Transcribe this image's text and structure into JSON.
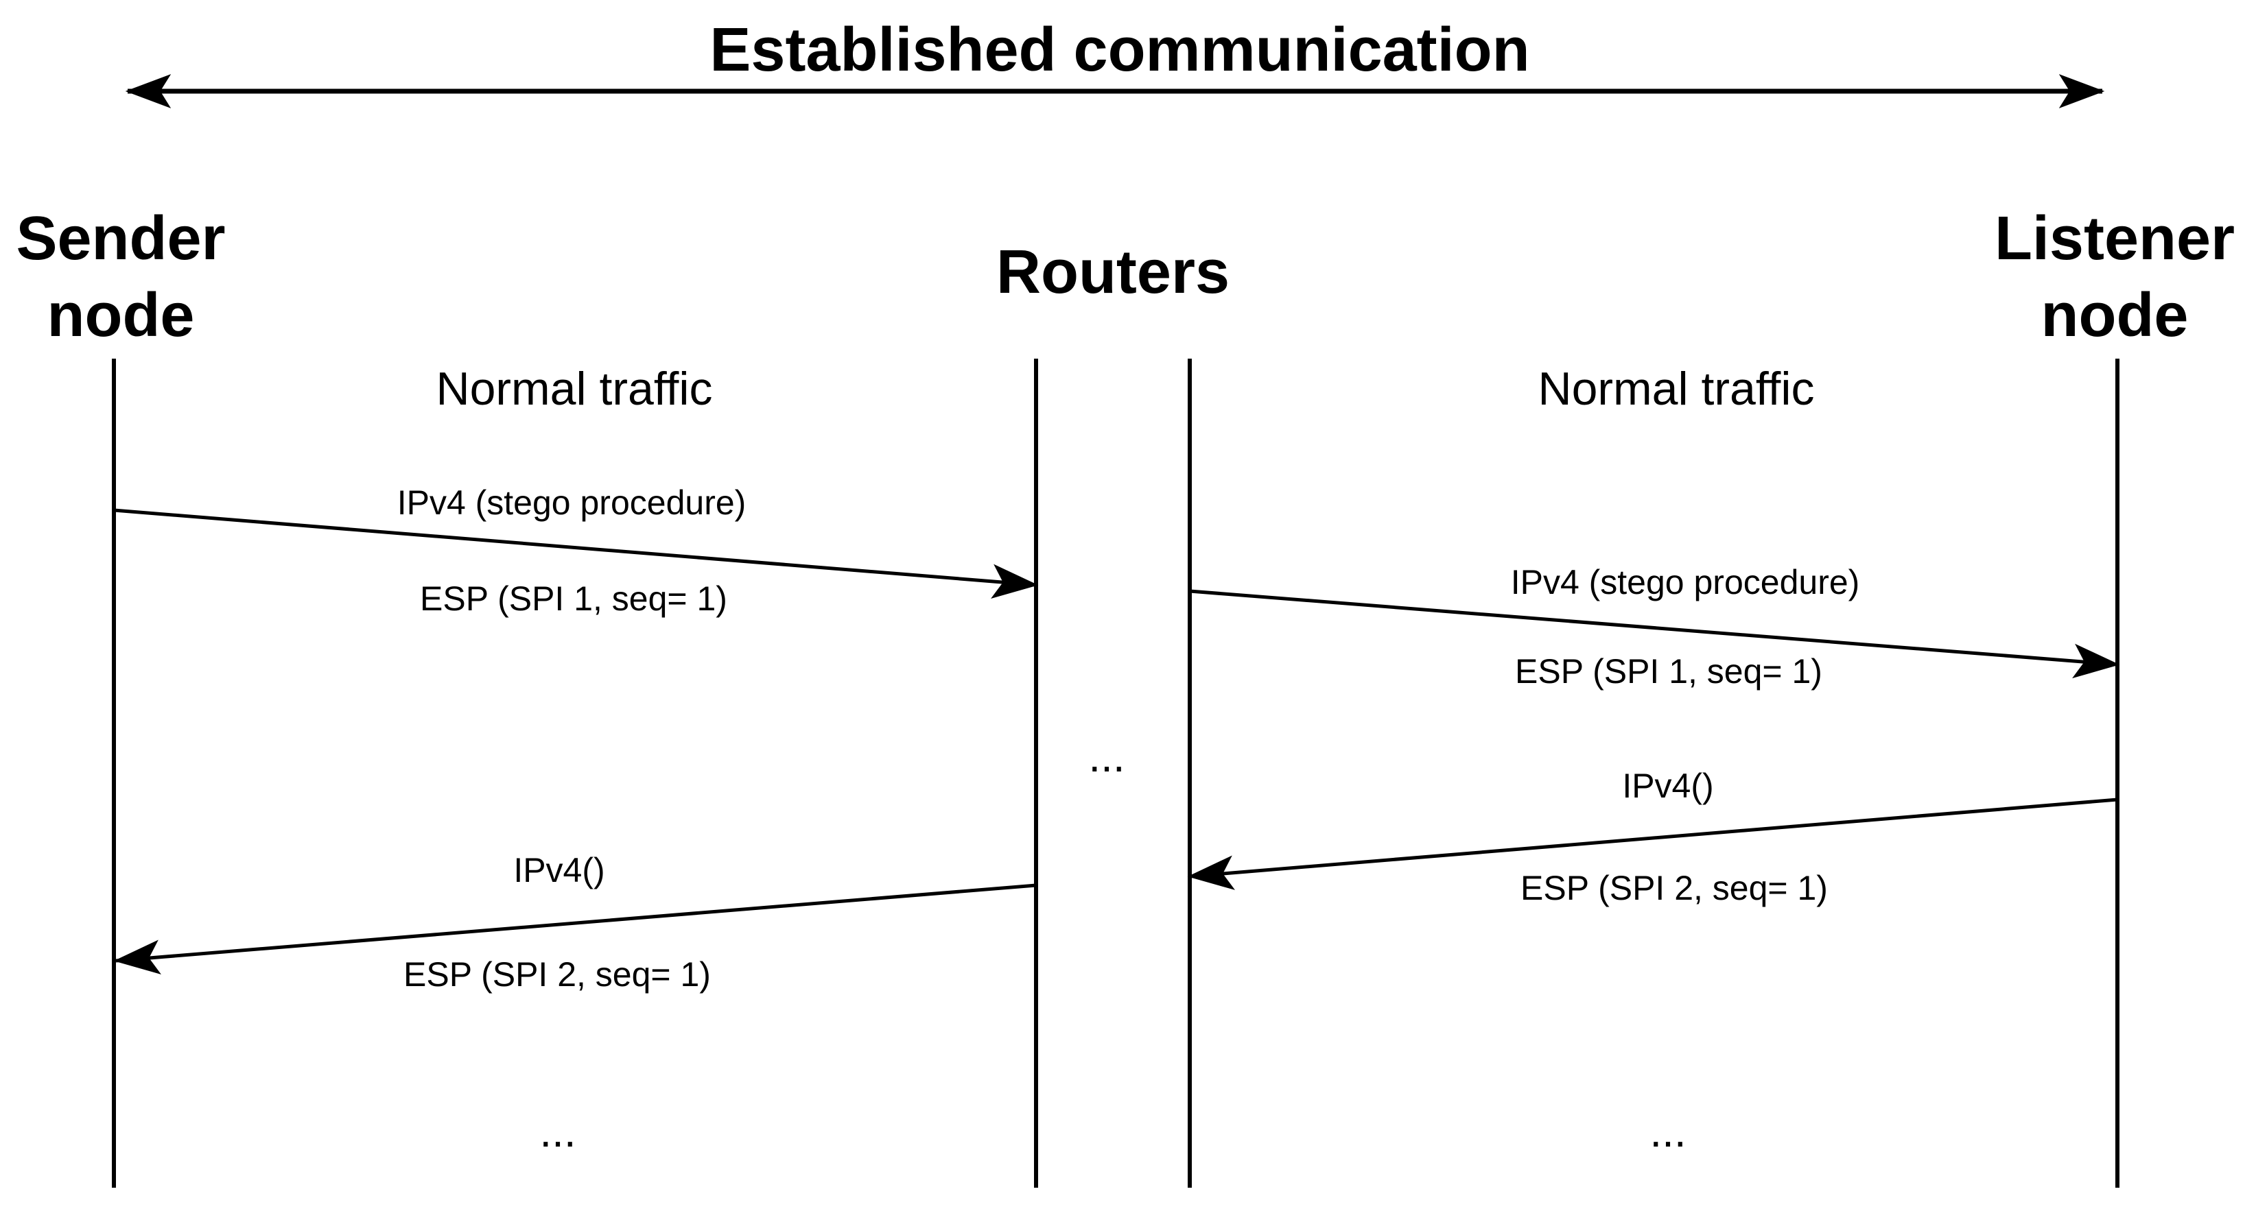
{
  "title": "Established communication",
  "nodes": {
    "sender": {
      "line1": "Sender",
      "line2": "node"
    },
    "routers": {
      "label": "Routers"
    },
    "listener": {
      "line1": "Listener",
      "line2": "node"
    }
  },
  "labels": {
    "left_traffic": "Normal traffic",
    "right_traffic": "Normal traffic",
    "ellipsis": "..."
  },
  "messages": {
    "m1": {
      "from": "Sender node",
      "to": "Routers",
      "line1": "IPv4 (stego procedure)",
      "line2": "ESP (SPI 1, seq= 1)"
    },
    "m2": {
      "from": "Routers",
      "to": "Listener node",
      "line1": "IPv4 (stego procedure)",
      "line2": "ESP (SPI 1, seq= 1)"
    },
    "m3": {
      "from": "Listener node",
      "to": "Routers",
      "line1": "IPv4()",
      "line2": "ESP (SPI 2, seq= 1)"
    },
    "m4": {
      "from": "Routers",
      "to": "Sender node",
      "line1": "IPv4()",
      "line2": "ESP (SPI 2, seq= 1)"
    }
  },
  "colors": {
    "ink": "#000000",
    "background": "#ffffff"
  }
}
